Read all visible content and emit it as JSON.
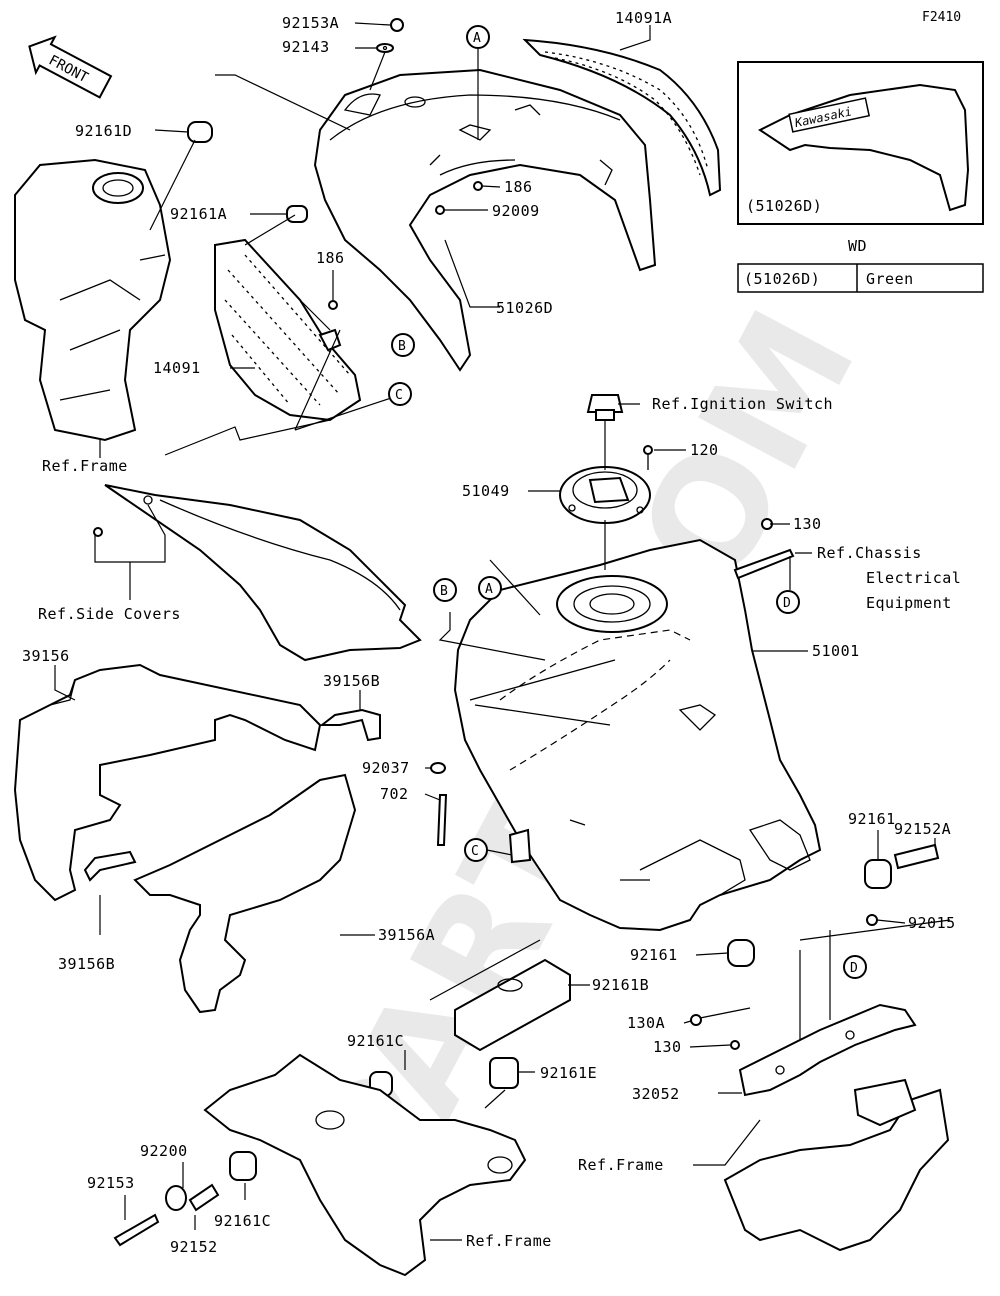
{
  "figure_code": "F2410",
  "watermark": "PARTS.COM",
  "front_arrow": "FRONT",
  "callouts": [
    "A",
    "B",
    "C",
    "D"
  ],
  "labels": {
    "p92153A": "92153A",
    "p92143": "92143",
    "p14091A": "14091A",
    "p92161D": "92161D",
    "p186a": "186",
    "p92161A": "92161A",
    "p92009": "92009",
    "p186b": "186",
    "p51026D": "51026D",
    "p14091": "14091",
    "ref_frame_1": "Ref.Frame",
    "ref_ignition": "Ref.Ignition Switch",
    "p120": "120",
    "p51049": "51049",
    "p130a": "130",
    "ref_chassis_1": "Ref.Chassis",
    "ref_chassis_2": "Electrical",
    "ref_chassis_3": "Equipment",
    "ref_side_covers": "Ref.Side Covers",
    "p51001": "51001",
    "p39156": "39156",
    "p39156B_top": "39156B",
    "p92037": "92037",
    "p702": "702",
    "p92152A": "92152A",
    "p92161_right": "92161",
    "p92015": "92015",
    "p39156B_bottom": "39156B",
    "p39156A": "39156A",
    "p92161_mid": "92161",
    "p92161B": "92161B",
    "p92161C_top": "92161C",
    "p130A": "130A",
    "p130b": "130",
    "p92161E": "92161E",
    "p32052": "32052",
    "p92200": "92200",
    "p92153": "92153",
    "p92161C_bottom": "92161C",
    "p92152": "92152",
    "ref_frame_2": "Ref.Frame",
    "ref_frame_3": "Ref.Frame"
  },
  "inset": {
    "part_label": "(51026D)",
    "decal_text": "Kawasaki",
    "table_title": "WD",
    "table_rows": [
      {
        "code": "(51026D)",
        "color": "Green"
      }
    ]
  }
}
